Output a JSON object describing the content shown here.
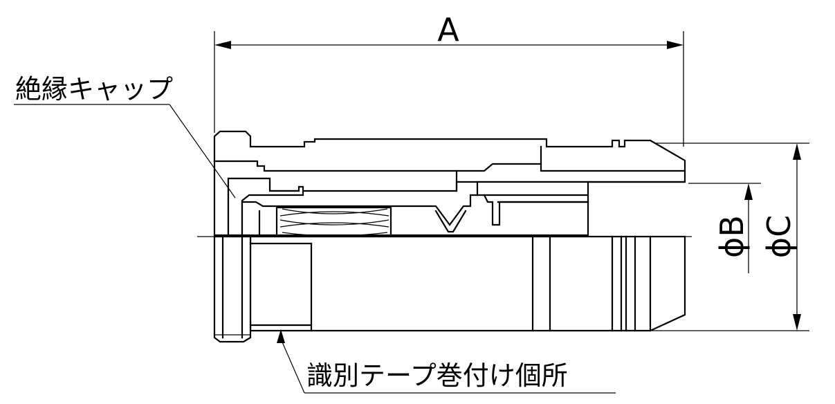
{
  "dimensions": {
    "length": "A",
    "inner_diameter": "ϕB",
    "outer_diameter": "ϕC"
  },
  "callouts": {
    "insulating_cap": "絶縁キャップ",
    "id_tape_location": "識別テープ巻付け個所"
  }
}
